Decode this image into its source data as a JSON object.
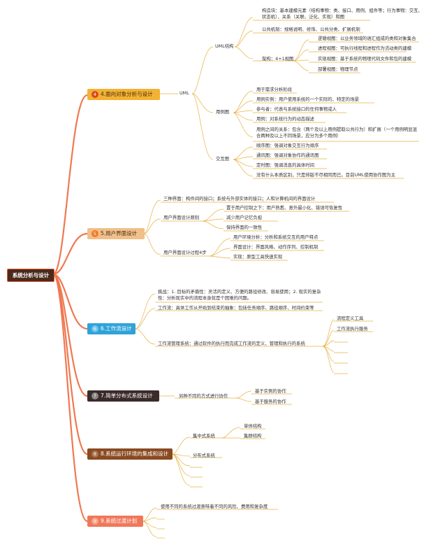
{
  "root": {
    "label": "系统分析与设计"
  },
  "b4": {
    "label": "4.面向对象分析与设计",
    "num": "4",
    "child": "UML",
    "uml_struct": "UML结构",
    "struct_items": [
      "构造块：基本建模元素（结构事物：类、接口、用例、组件等；行为事物：交互、状态机）、关系（关联、泛化、实现）和图",
      "公共机制：规格说明、修饰、公共分类、扩展机制",
      "架构：4+1视图"
    ],
    "views": [
      "逻辑视图：以业务领域的语汇组成的类和对象集合",
      "进程视图：可执行线程和进程作为活动类的建模",
      "实现视图：基于系统的物理代码文件和包的建模",
      "部署视图：物理节点"
    ],
    "usecase": "用例图",
    "usecase_items": [
      "用于需求分析阶段",
      "用例实例：用户使用系统的一个实际的、特定的场景",
      "参与者：代表与系统接口的任何事物或人",
      "用例：对系统行为的动态描述",
      "用例之间的关系：包含（两个及以上用例提取公共行为）和扩展（一个用例明显混合两种及以上不同场景，应分为多个用例）"
    ],
    "interact": "交互图",
    "interact_items": [
      "顺序图：强调对象交互行为顺序",
      "通讯图：强调对象协作的通讯图",
      "定时图：强调消息的具体时间",
      "没有什么本质区别，只是排版不尽相同而已，目前UML使用协作图为主"
    ]
  },
  "b5": {
    "label": "5.用户界面设计",
    "num": "5",
    "three": "三种界面：构件间的接口；系统与外部实体的接口；人和计算机间的界面设计",
    "principles": "用户界面设计原则",
    "principle_items": [
      "置于用户控制之下：用户熟悉、意外最小化、错误可恢复性",
      "减少用户记忆负担",
      "保持界面的一致性"
    ],
    "process": "用户界面设计过程4步",
    "process_items": [
      "用户环境分析：分析和系统交互的用户特点",
      "界面设计：界面风格、动作序列、控制机制",
      "实现：原型工具快速实现"
    ]
  },
  "b6": {
    "label": "6.工作流设计",
    "num": "6",
    "challenge": "挑战：1. 目标的矛盾性：灵活的定义、方便的路径修改、容易使用；2. 现实的复杂性：分析现实中的流程本身就是个困难的问题。",
    "workflow": "工作流：具体工作从开始到结束的抽象：包括任务顺序、路径顺序、时间约束等",
    "system": "工作流管理系统：通过软件的执行而完成工作流的定义、管理和执行的系统",
    "system_items": [
      "流程定义工具",
      "工作流执行服务"
    ]
  },
  "b7": {
    "label": "7.简单分布式系统设计",
    "num": "7",
    "child": "另种不同的方式进行协作",
    "items": [
      "基于实例的协作",
      "基于服务的协作"
    ]
  },
  "b8": {
    "label": "8.系统运行环境的集成和设计",
    "num": "8",
    "central": "集中式系统",
    "central_items": [
      "单体结构",
      "集群结构"
    ],
    "distributed": "分布式系统"
  },
  "b9": {
    "label": "9.系统过渡计划",
    "num": "9",
    "child": "使用不同的系统过渡意味着不同的风险、费用和复杂度"
  },
  "colors": {
    "b4": "#f2b233",
    "b5": "#f0c08a",
    "b6": "#2fa3d9",
    "b7": "#3b2a2a",
    "b8": "#8a4a22",
    "b9": "#f0785a",
    "trunk": "#e8603a",
    "gold": "#e8b040"
  }
}
